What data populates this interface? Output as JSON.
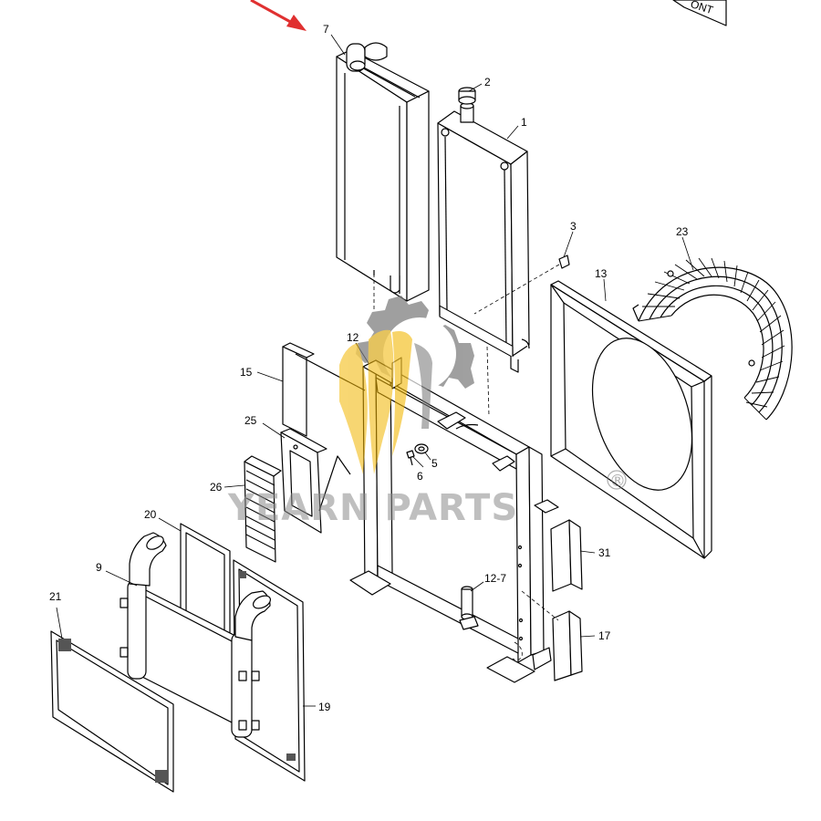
{
  "parts": [
    {
      "label": "7"
    },
    {
      "label": "2"
    },
    {
      "label": "1"
    },
    {
      "label": "3"
    },
    {
      "label": "23"
    },
    {
      "label": "13"
    },
    {
      "label": "12"
    },
    {
      "label": "15"
    },
    {
      "label": "25"
    },
    {
      "label": "6"
    },
    {
      "label": "5"
    },
    {
      "label": "26"
    },
    {
      "label": "20"
    },
    {
      "label": "9"
    },
    {
      "label": "31"
    },
    {
      "label": "12-7"
    },
    {
      "label": "21"
    },
    {
      "label": "17"
    },
    {
      "label": "19"
    }
  ],
  "front_tag": "ONT",
  "watermark": {
    "text": "YEARN PARTS",
    "registered": "®"
  },
  "colors": {
    "line": "#000000",
    "arrow": "#e03030",
    "watermark_gold": "#f2b705",
    "watermark_gray": "#8a8a8a"
  }
}
